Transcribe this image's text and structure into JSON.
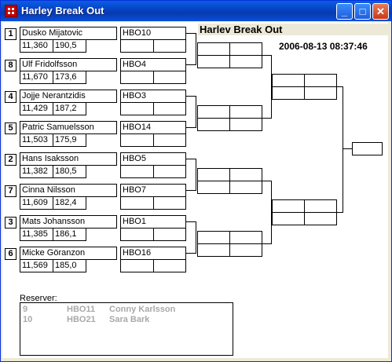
{
  "window": {
    "title": "Harley Break Out"
  },
  "header": {
    "title": "Harlev Break Out",
    "datetime": "2006-08-13 08:37:46"
  },
  "entries": [
    {
      "seed": "1",
      "name": "Dusko Mijatovic",
      "time": "11,360",
      "speed": "190,5",
      "code": "HBO10"
    },
    {
      "seed": "8",
      "name": "Ulf Fridolfsson",
      "time": "11,670",
      "speed": "173,6",
      "code": "HBO4"
    },
    {
      "seed": "4",
      "name": "Jojje Nerantzidis",
      "time": "11,429",
      "speed": "187,2",
      "code": "HBO3"
    },
    {
      "seed": "5",
      "name": "Patric Samuelsson",
      "time": "11,503",
      "speed": "175,9",
      "code": "HBO14"
    },
    {
      "seed": "2",
      "name": "Hans Isaksson",
      "time": "11,382",
      "speed": "180,5",
      "code": "HBO5"
    },
    {
      "seed": "7",
      "name": "Cinna Nilsson",
      "time": "11,609",
      "speed": "182,4",
      "code": "HBO7"
    },
    {
      "seed": "3",
      "name": "Mats Johansson",
      "time": "11,385",
      "speed": "186,1",
      "code": "HBO1"
    },
    {
      "seed": "6",
      "name": "Micke Göranzon",
      "time": "11,569",
      "speed": "185,0",
      "code": "HBO16"
    }
  ],
  "reserves": {
    "label": "Reserver:",
    "items": [
      {
        "seed": "9",
        "code": "HBO11",
        "name": "Conny Karlsson"
      },
      {
        "seed": "10",
        "code": "HBO21",
        "name": "Sara Bark"
      }
    ]
  },
  "colors": {
    "titlebar": "#0a5ee6",
    "client": "#ffffff",
    "reserve_text": "#a9a9a9"
  }
}
